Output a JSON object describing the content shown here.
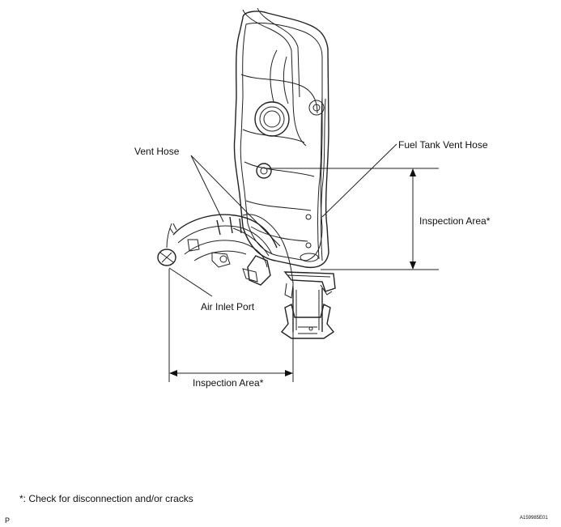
{
  "labels": {
    "vent_hose": "Vent Hose",
    "fuel_tank_vent_hose": "Fuel Tank Vent Hose",
    "inspection_area_right": "Inspection Area*",
    "air_inlet_port": "Air Inlet Port",
    "inspection_area_bottom": "Inspection Area*"
  },
  "footnote": "*: Check for disconnection and/or cracks",
  "page_letter": "P",
  "figure_code": "A159985E01"
}
